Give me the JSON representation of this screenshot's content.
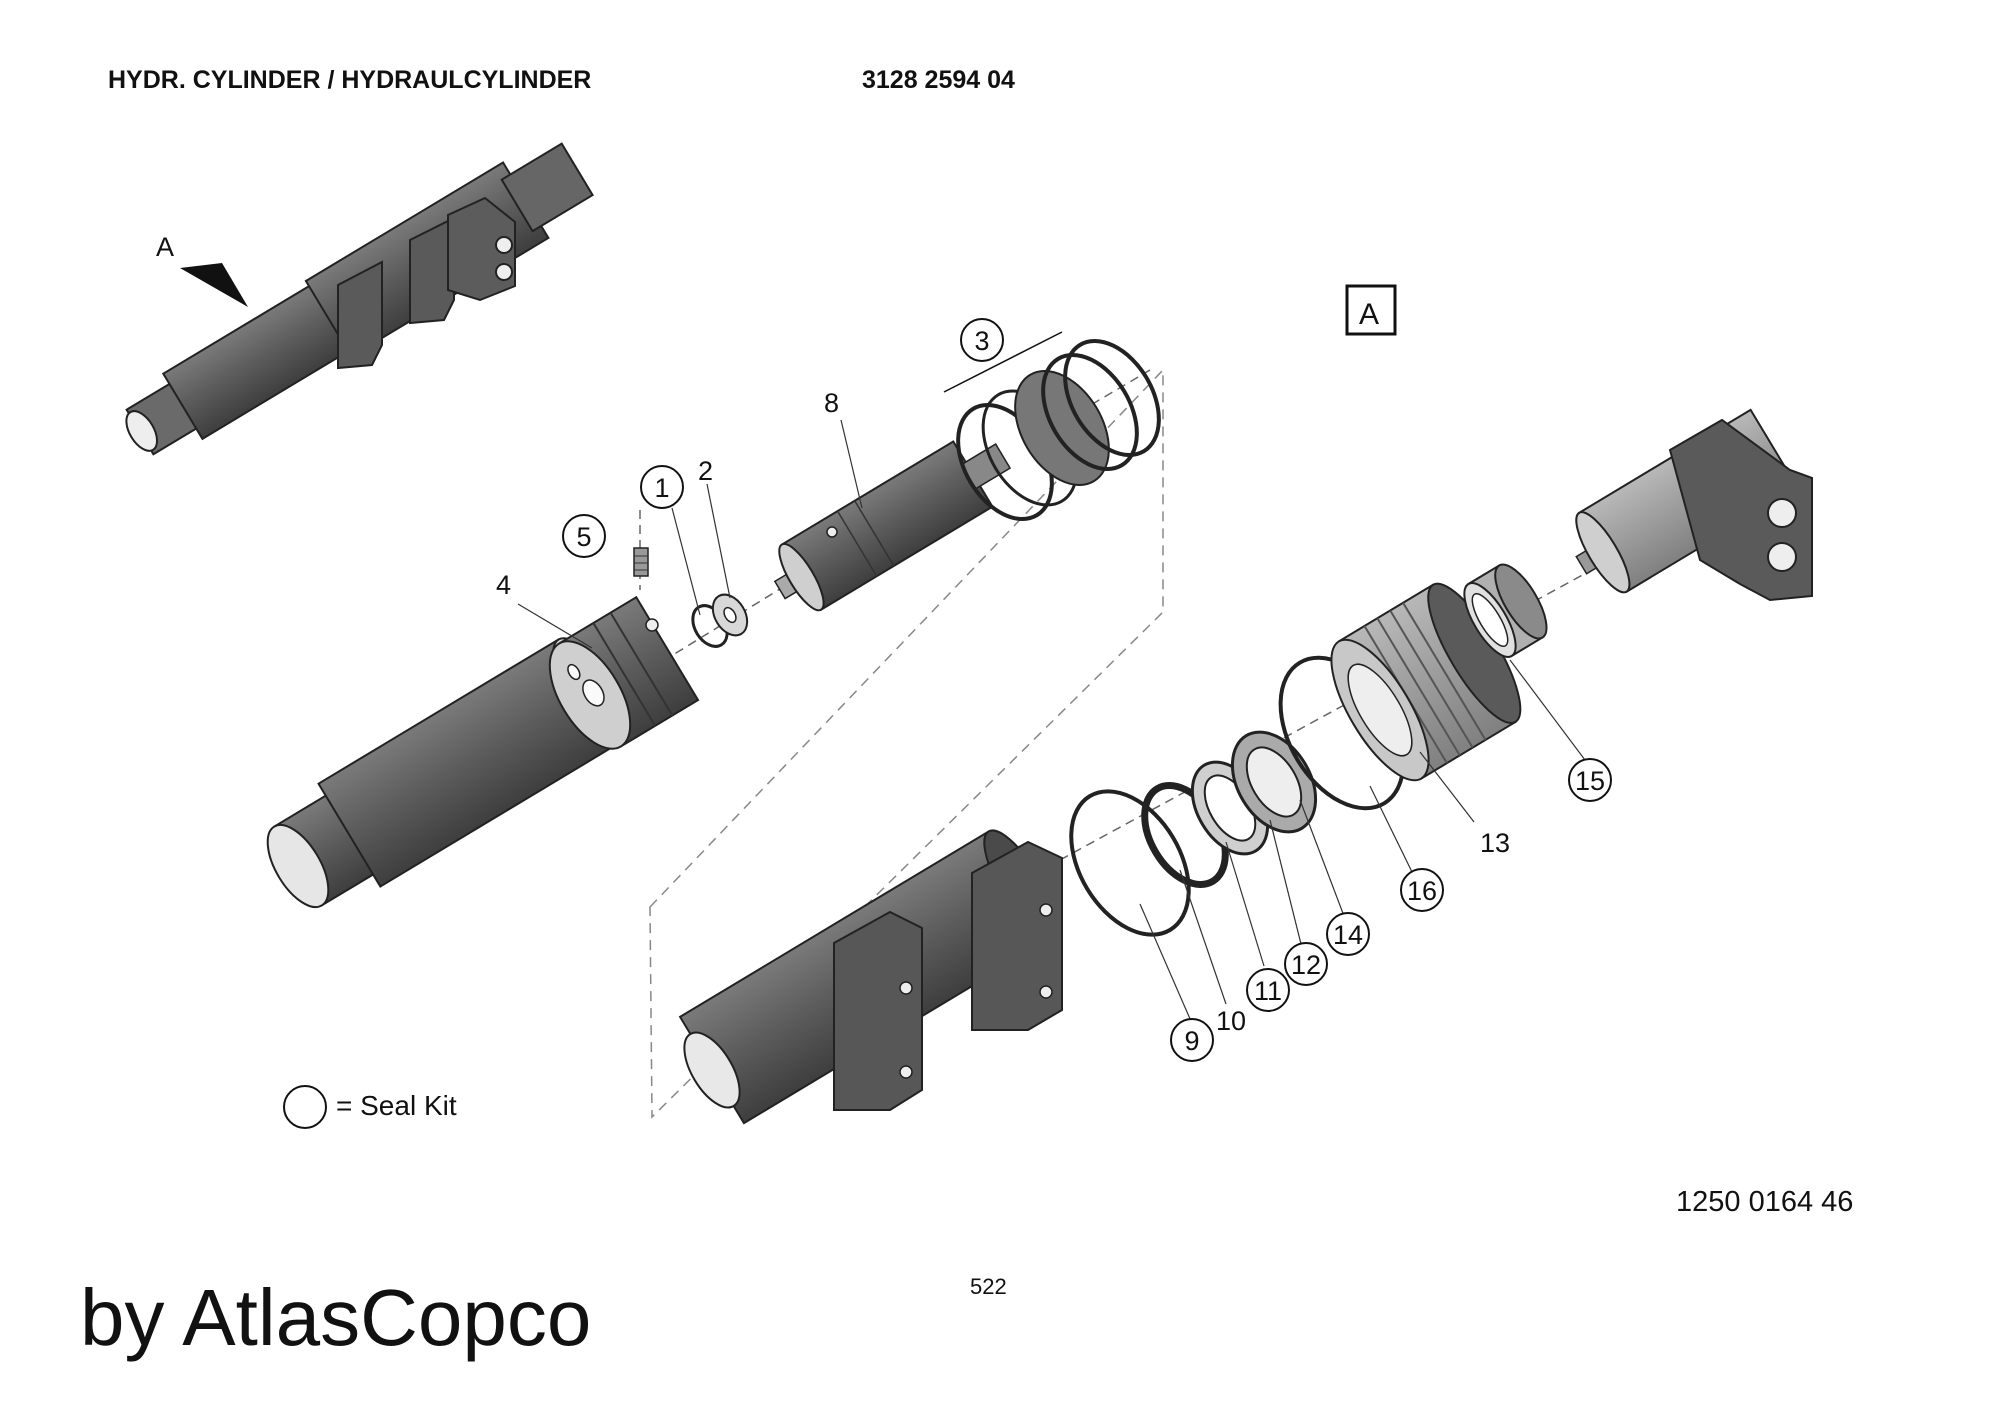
{
  "header": {
    "title": "HYDR. CYLINDER / HYDRAULCYLINDER",
    "part_number": "3128 2594 04"
  },
  "view_marker": "A",
  "view_box_label": "A",
  "callouts": {
    "c1": "1",
    "c2": "2",
    "c3": "3",
    "c4": "4",
    "c5": "5",
    "c8": "8",
    "c9": "9",
    "c10": "10",
    "c11": "11",
    "c12": "12",
    "c13": "13",
    "c14": "14",
    "c15": "15",
    "c16": "16"
  },
  "legend": {
    "text": "= Seal Kit"
  },
  "footer": {
    "drawing_number": "1250 0164 46",
    "page_number": "522",
    "brand": "by AtlasCopco"
  },
  "colors": {
    "metal_dark": "#5a5a5a",
    "metal_mid": "#888888",
    "metal_light": "#b5b5b5",
    "bore": "#e8e8e8",
    "outline": "#222222"
  }
}
